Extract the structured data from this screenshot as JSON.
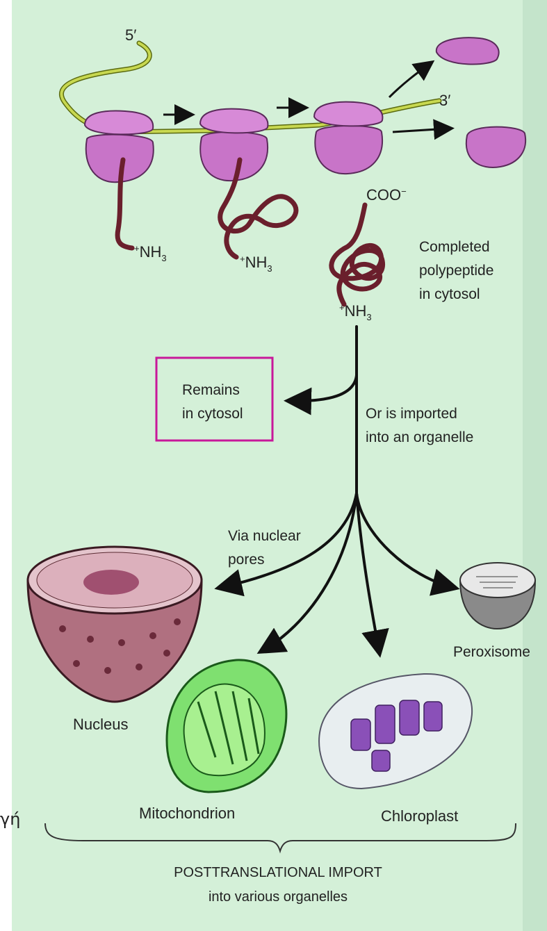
{
  "figure": {
    "mrna_5prime": "5′",
    "mrna_3prime": "3′",
    "n_terminus_label": "NH",
    "n_terminus_sup": "+",
    "n_terminus_sub": "3",
    "c_terminus_label": "COO",
    "c_terminus_sup": "−",
    "completed": [
      "Completed",
      "polypeptide",
      "in cytosol"
    ],
    "remains": [
      "Remains",
      "in cytosol"
    ],
    "imported": [
      "Or is imported",
      "into an organelle"
    ],
    "nuclear_pores": [
      "Via nuclear",
      "pores"
    ],
    "organelles": {
      "nucleus": "Nucleus",
      "mitochondrion": "Mitochondrion",
      "chloroplast": "Chloroplast",
      "peroxisome": "Peroxisome"
    },
    "caption": [
      "POSTTRANSLATIONAL IMPORT",
      "into various organelles"
    ],
    "edge_text": "γή"
  },
  "colors": {
    "background": "#d4f0d8",
    "ribosome": "#c874c8",
    "mrna": "#c8d850",
    "polypeptide": "#6a1f2c",
    "highlight_box": "#c8189a",
    "mitochondrion": "#7fe070",
    "nucleus": "#b07080"
  }
}
